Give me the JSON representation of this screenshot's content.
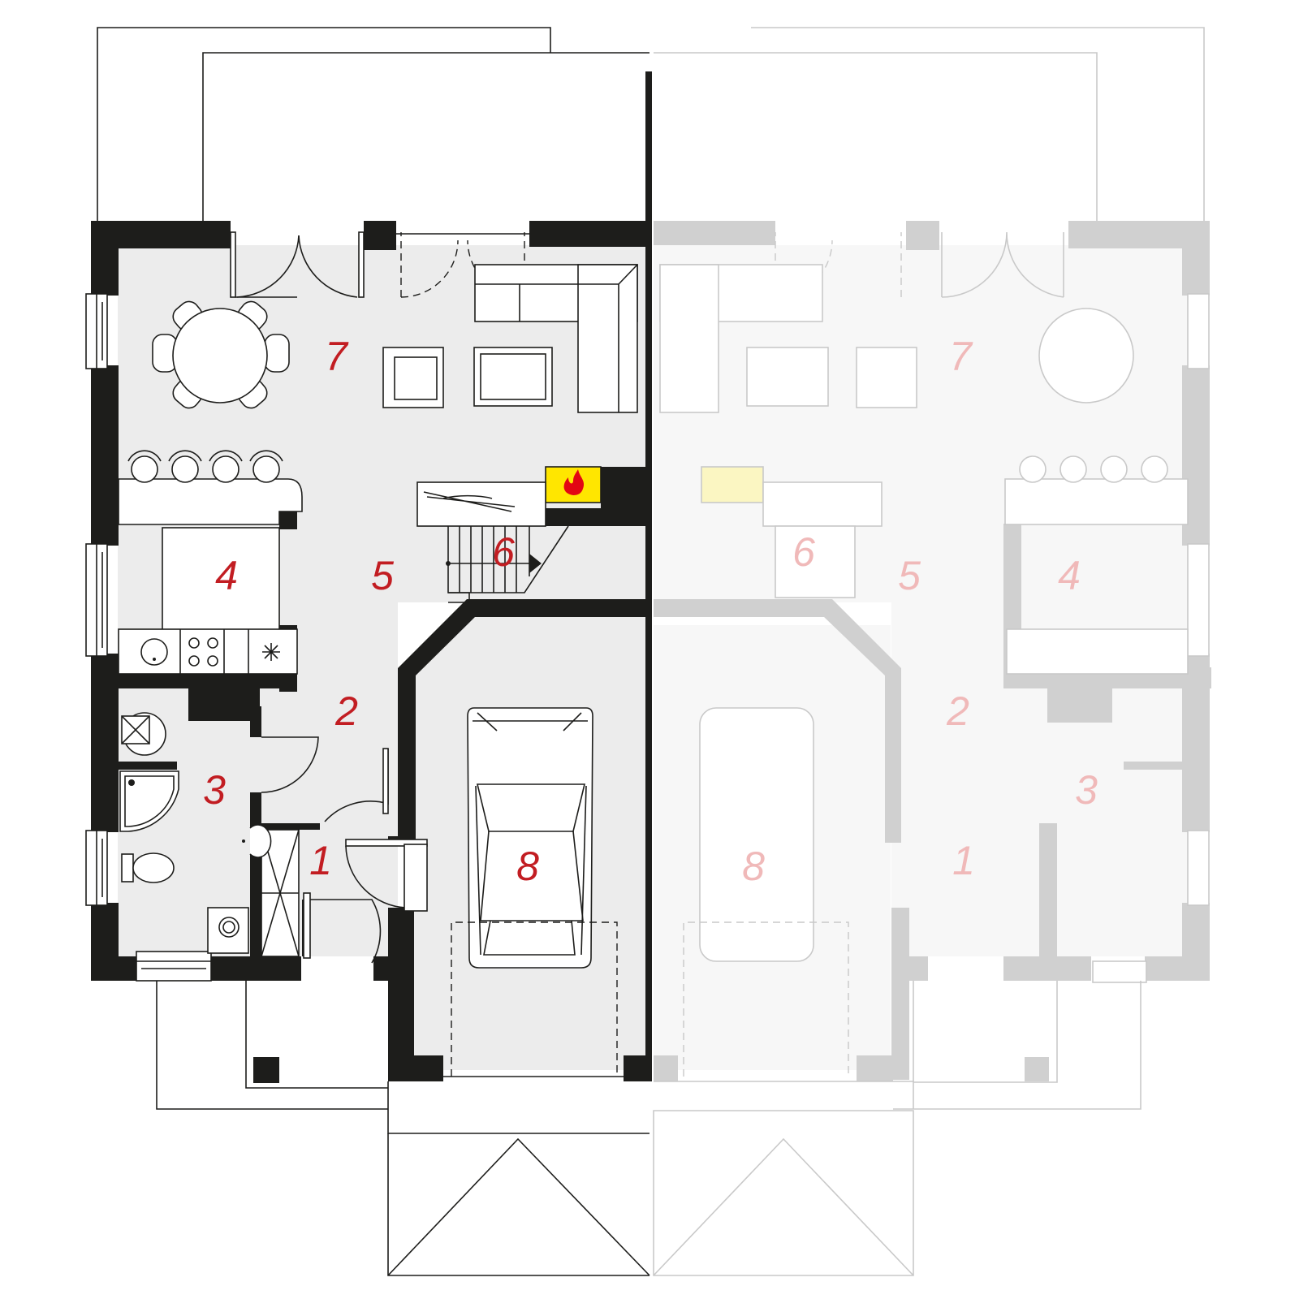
{
  "plan": {
    "units": [
      {
        "side": "left",
        "style": "active",
        "rooms": [
          {
            "id": "entrance",
            "label": "1"
          },
          {
            "id": "hall",
            "label": "2"
          },
          {
            "id": "bathroom",
            "label": "3"
          },
          {
            "id": "kitchen",
            "label": "4"
          },
          {
            "id": "dining",
            "label": "5"
          },
          {
            "id": "stairs",
            "label": "6"
          },
          {
            "id": "living",
            "label": "7"
          },
          {
            "id": "garage",
            "label": "8"
          }
        ]
      },
      {
        "side": "right",
        "style": "ghost",
        "rooms": [
          {
            "id": "entrance",
            "label": "1"
          },
          {
            "id": "hall",
            "label": "2"
          },
          {
            "id": "bathroom",
            "label": "3"
          },
          {
            "id": "kitchen",
            "label": "4"
          },
          {
            "id": "dining",
            "label": "5"
          },
          {
            "id": "stairs",
            "label": "6"
          },
          {
            "id": "living",
            "label": "7"
          },
          {
            "id": "garage",
            "label": "8"
          }
        ]
      }
    ],
    "colors": {
      "wall": "#1d1d1b",
      "wall_ghost": "#d0d0d0",
      "floor": "#ececec",
      "room_label": "#c21d22",
      "room_label_ghost": "#f0b9b9",
      "fireplace": "#ffe600",
      "flame": "#e30613"
    },
    "icons": [
      "fireplace-icon",
      "flame-icon",
      "car-icon",
      "shower-icon",
      "toilet-icon",
      "washbasin-icon",
      "stove-icon",
      "sink-icon",
      "dining-table-icon",
      "sofa-icon",
      "armchair-icon",
      "bar-stool-icon",
      "washing-machine-icon",
      "boiler-icon"
    ]
  }
}
